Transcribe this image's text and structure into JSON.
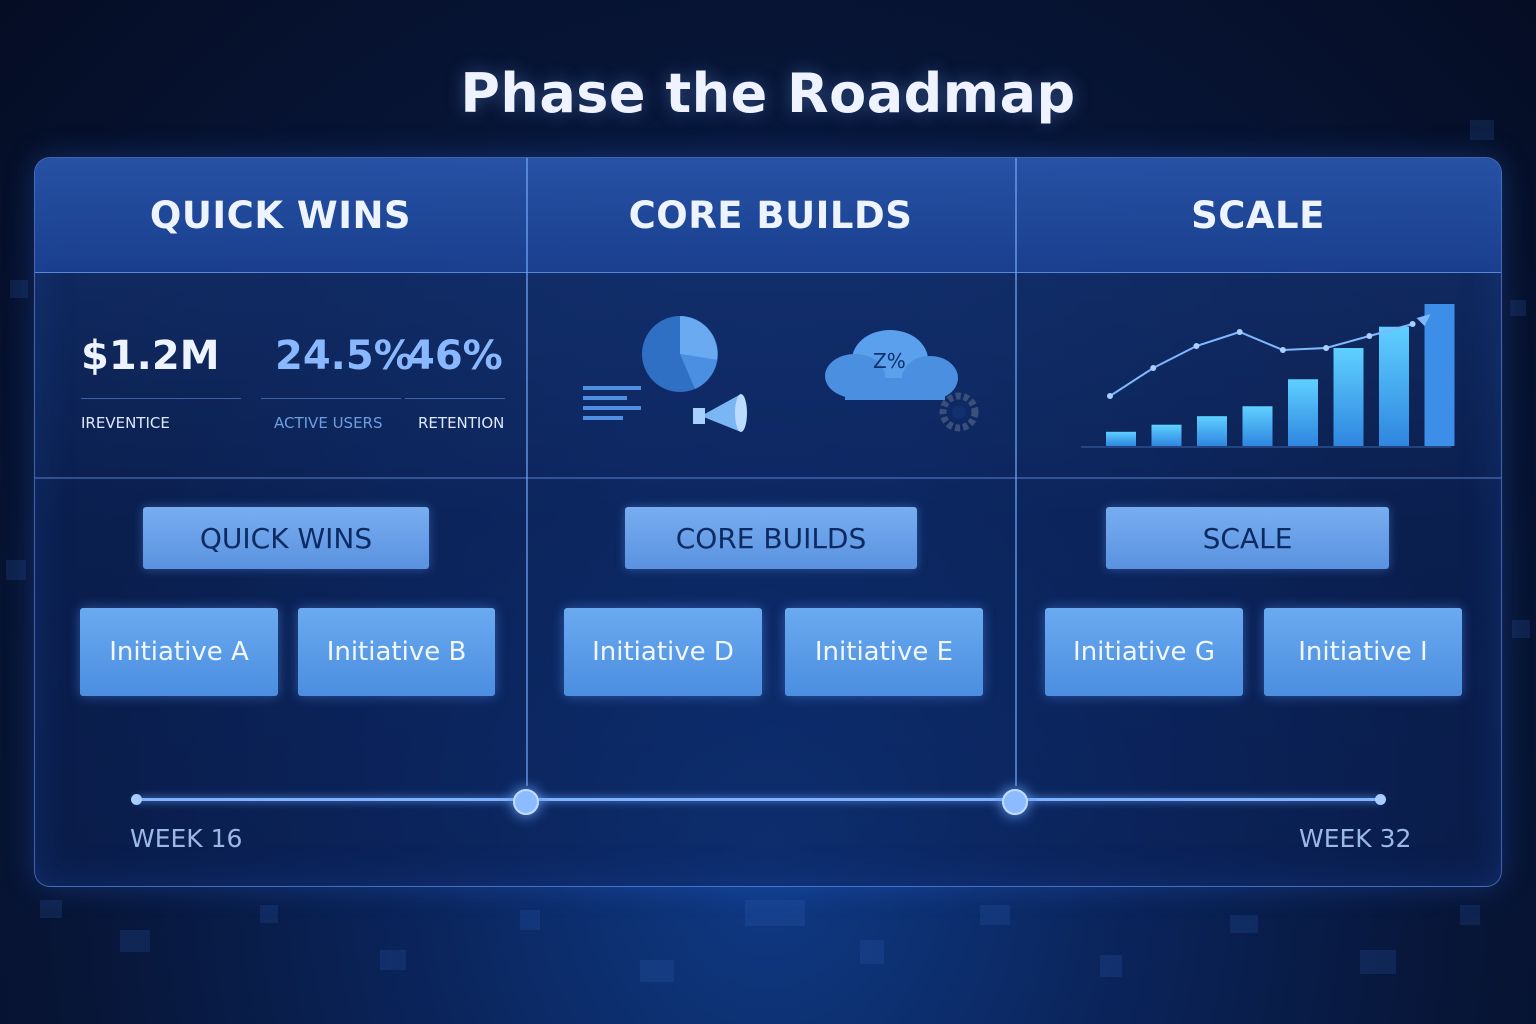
{
  "title": "Phase the Roadmap",
  "phases": [
    {
      "header": "QUICK WINS",
      "tag": "QUICK WINS",
      "initiatives": [
        "Initiative A",
        "Initiative B"
      ]
    },
    {
      "header": "CORE BUILDS",
      "tag": "CORE BUILDS",
      "initiatives": [
        "Initiative D",
        "Initiative E"
      ]
    },
    {
      "header": "SCALE",
      "tag": "SCALE",
      "initiatives": [
        "Initiative G",
        "Initiative I"
      ]
    }
  ],
  "metrics": [
    {
      "value": "$1.2M",
      "label": "IREVENTICE"
    },
    {
      "value": "24.5%",
      "label": "ACTIVE USERS"
    },
    {
      "value": "46%",
      "label": "RETENTION"
    }
  ],
  "core_builds_graphic": {
    "cloud_text": "Z%"
  },
  "scale_chart": {
    "type": "bar",
    "bar_values": [
      1,
      1.5,
      2.1,
      2.8,
      4.7,
      6.9,
      8.4,
      10
    ],
    "line_values": [
      1,
      2.4,
      3.5,
      4.2,
      3.3,
      3.4,
      4.0,
      4.6
    ]
  },
  "timeline": {
    "start_label": "WEEK 16",
    "end_label": "WEEK 32"
  },
  "colors": {
    "accent": "#6aa4ff",
    "initiative": "#5a9ae6",
    "tag": "#6ea4ea",
    "background": "#071536"
  }
}
